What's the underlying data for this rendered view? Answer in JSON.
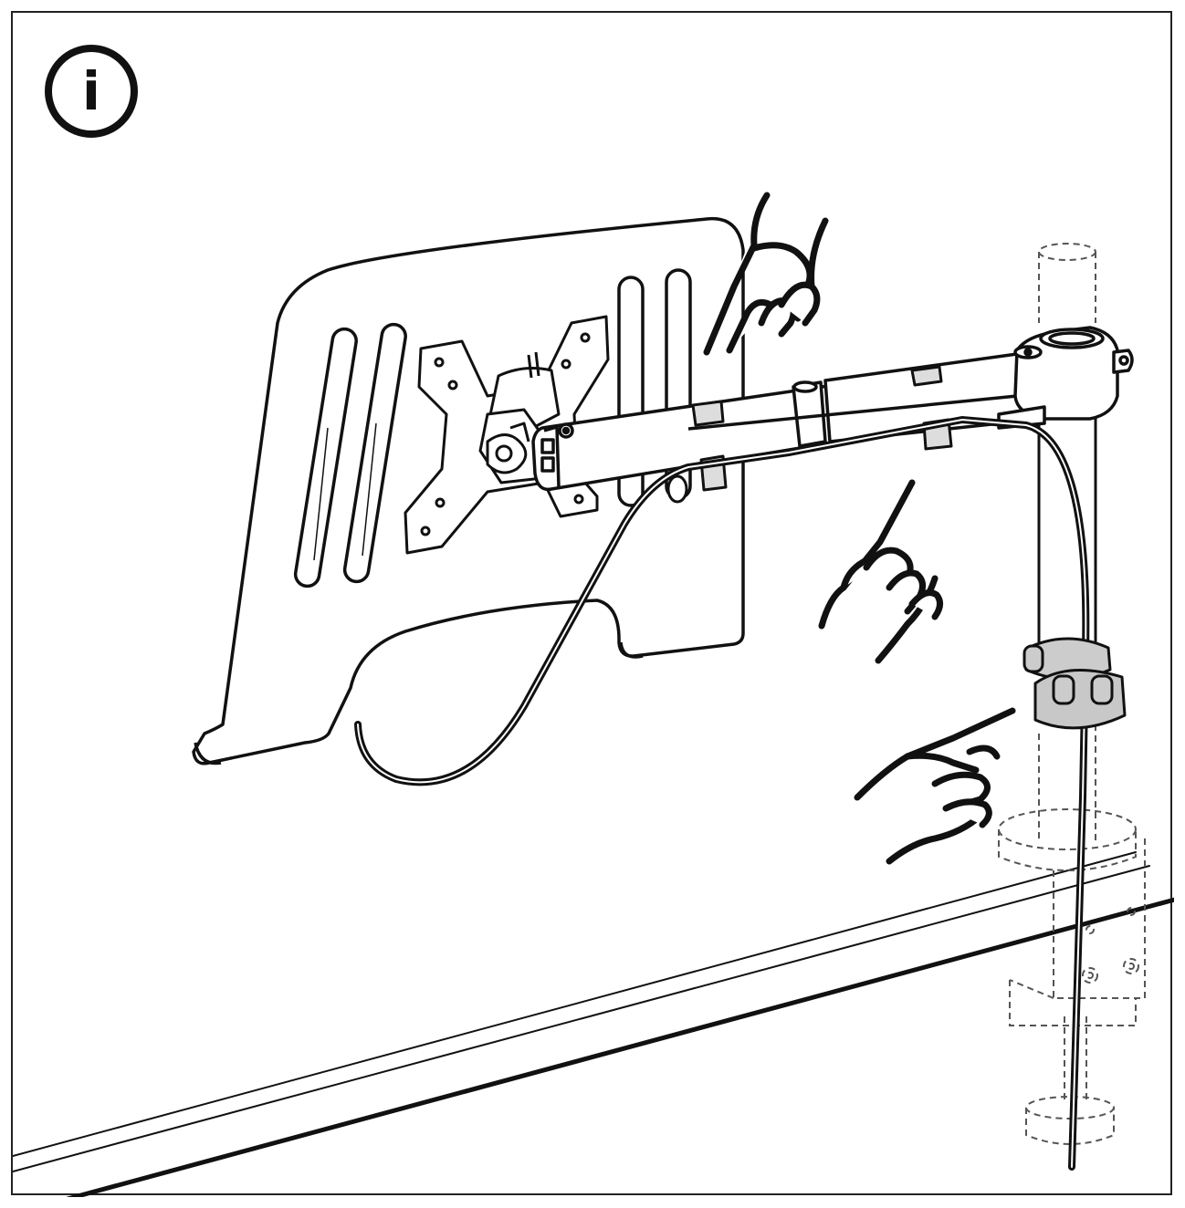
{
  "info_badge": {
    "symbol": "i",
    "icon": "info-icon"
  },
  "colors": {
    "line": "#111111",
    "fill": "#ffffff",
    "shade": "#d4d4d4",
    "dashed": "#555555"
  },
  "scene": {
    "objects": [
      "monitor-arm",
      "vesa-mount-plate",
      "laptop-tray",
      "pole",
      "desk-clamp",
      "cable",
      "cable-clips",
      "cable-collar"
    ],
    "pointing_hands": 3
  }
}
